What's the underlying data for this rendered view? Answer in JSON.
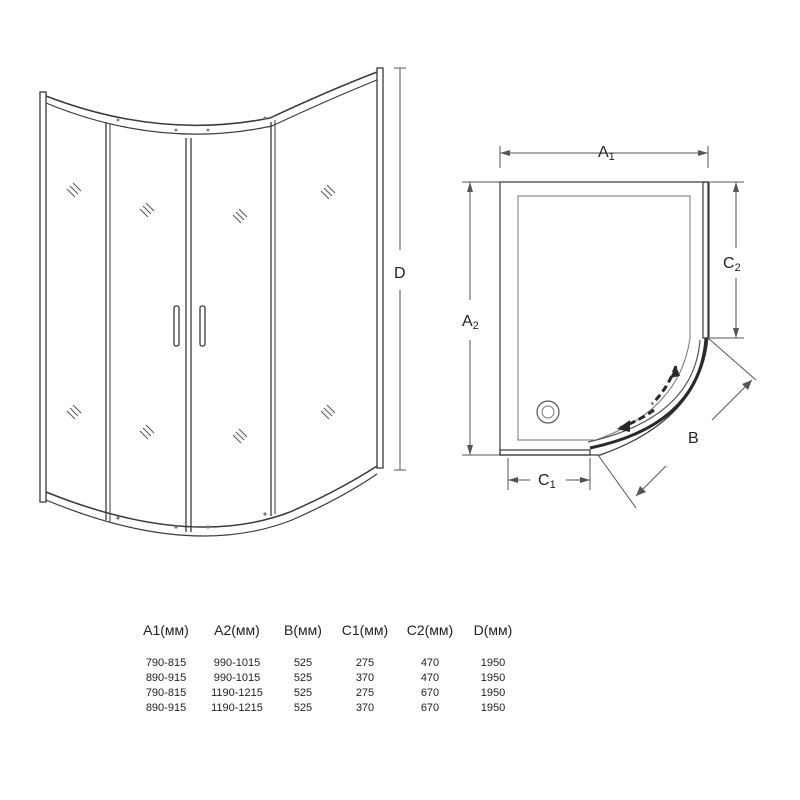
{
  "labels": {
    "a1_main": "A",
    "a1_sub": "1",
    "a2_main": "A",
    "a2_sub": "2",
    "c1_main": "C",
    "c1_sub": "1",
    "c2_main": "C",
    "c2_sub": "2",
    "b": "B",
    "d": "D"
  },
  "table": {
    "headers": [
      "A1(мм)",
      "A2(мм)",
      "B(мм)",
      "C1(мм)",
      "C2(мм)",
      "D(мм)"
    ],
    "rows": [
      [
        "790-815",
        "990-1015",
        "525",
        "275",
        "470",
        "1950"
      ],
      [
        "890-915",
        "990-1015",
        "525",
        "370",
        "470",
        "1950"
      ],
      [
        "790-815",
        "1190-1215",
        "525",
        "275",
        "670",
        "1950"
      ],
      [
        "890-915",
        "1190-1215",
        "525",
        "370",
        "670",
        "1950"
      ]
    ]
  }
}
